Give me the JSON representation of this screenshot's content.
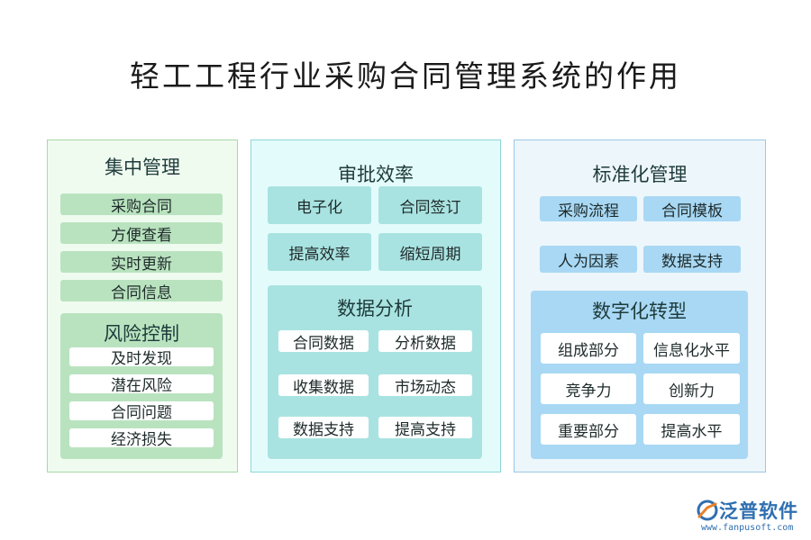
{
  "title": "轻工工程行业采购合同管理系统的作用",
  "panel1": {
    "title": "集中管理",
    "items": [
      "采购合同",
      "方便查看",
      "实时更新",
      "合同信息"
    ],
    "sub": {
      "title": "风险控制",
      "items": [
        "及时发现",
        "潜在风险",
        "合同问题",
        "经济损失"
      ]
    }
  },
  "panel2": {
    "title": "审批效率",
    "items": [
      "电子化",
      "合同签订",
      "提高效率",
      "缩短周期"
    ],
    "sub": {
      "title": "数据分析",
      "items": [
        "合同数据",
        "分析数据",
        "收集数据",
        "市场动态",
        "数据支持",
        "提高支持"
      ]
    }
  },
  "panel3": {
    "title": "标准化管理",
    "items": [
      "采购流程",
      "合同模板",
      "人为因素",
      "数据支持"
    ],
    "sub": {
      "title": "数字化转型",
      "items": [
        "组成部分",
        "信息化水平",
        "竞争力",
        "创新力",
        "重要部分",
        "提高水平"
      ]
    }
  },
  "logo": {
    "name": "泛普软件",
    "url": "www.fanpusoft.com"
  },
  "colors": {
    "green_panel": "#f0fbf0",
    "teal_panel": "#e4fbfb",
    "blue_panel": "#edf6fb",
    "green_chip": "#b9e3bf",
    "teal_chip": "#a9e3e1",
    "blue_chip": "#a8d8f4",
    "logo_blue": "#2f6fb0"
  }
}
